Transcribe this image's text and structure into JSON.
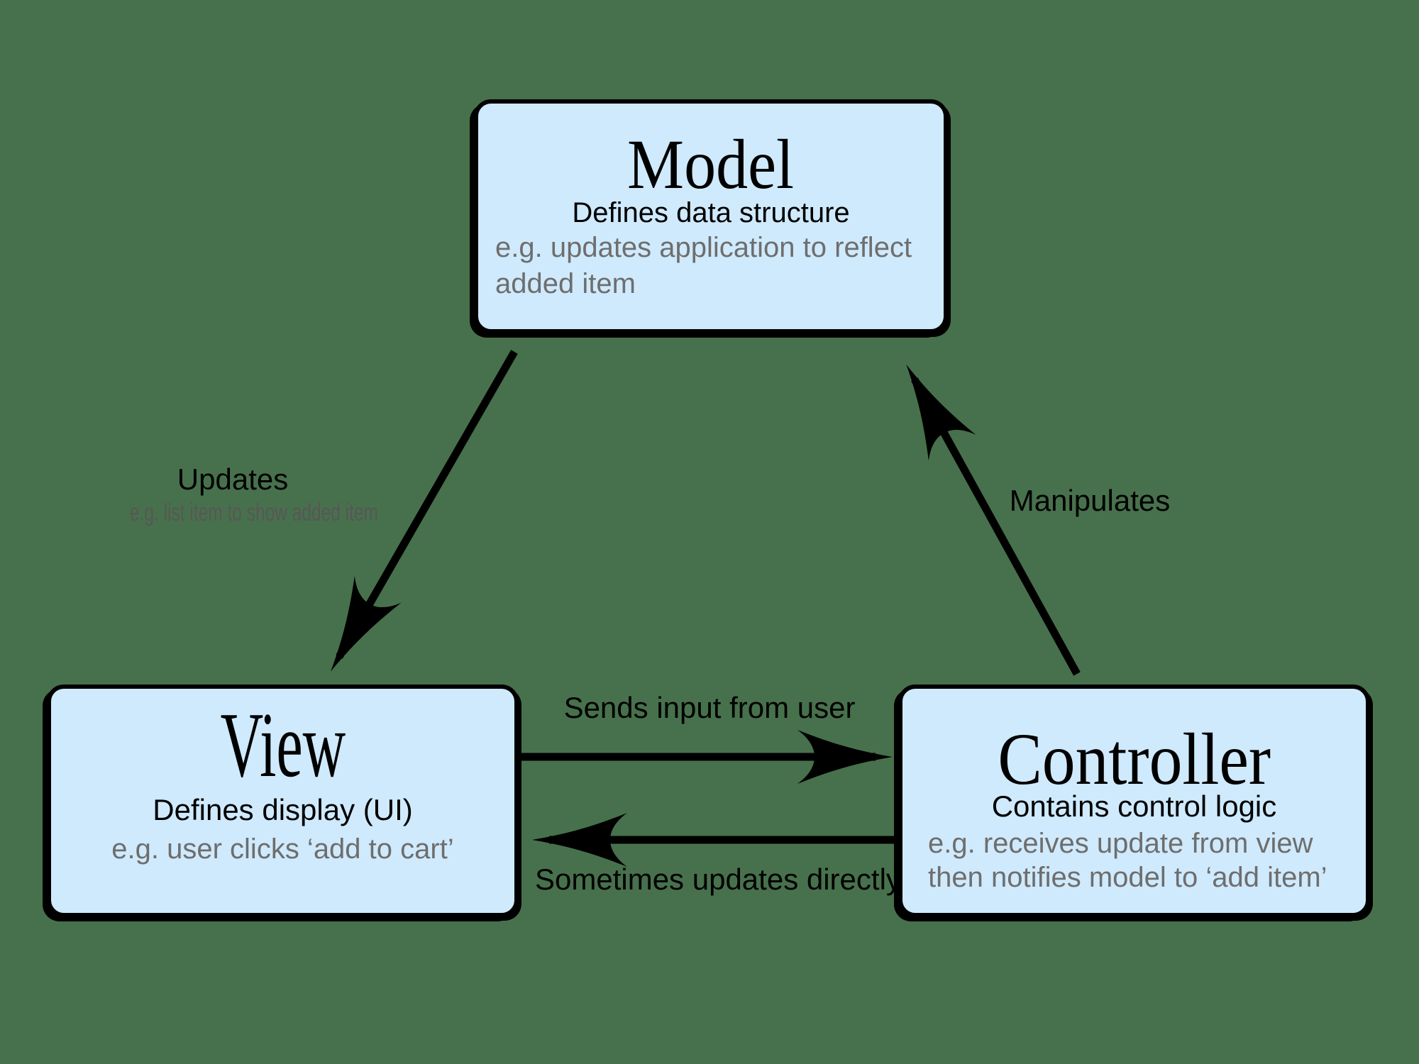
{
  "colors": {
    "background": "#47714c",
    "box_fill": "#cfeafc",
    "box_border": "#000000",
    "title_text": "#000000",
    "subtitle_text": "#000000",
    "example_text": "#6e6e6e",
    "arrow": "#000000",
    "label_text": "#000000",
    "sublabel_text": "#575757"
  },
  "boxes": {
    "model": {
      "title": "Model",
      "subtitle": "Defines data structure",
      "example_line1": "e.g. updates application to reflect",
      "example_line2": "added item"
    },
    "view": {
      "title": "View",
      "subtitle": "Defines display (UI)",
      "example_line1": "e.g. user clicks ‘add to cart’"
    },
    "controller": {
      "title": "Controller",
      "subtitle": "Contains control logic",
      "example_line1": "e.g. receives update from view",
      "example_line2": "then notifies model to ‘add item’"
    }
  },
  "arrows": {
    "model_to_view": {
      "label": "Updates",
      "sublabel": "e.g. list item to show added item"
    },
    "controller_to_model": {
      "label": "Manipulates"
    },
    "view_to_controller": {
      "label": "Sends input from user"
    },
    "controller_to_view": {
      "label": "Sometimes updates directly"
    }
  }
}
